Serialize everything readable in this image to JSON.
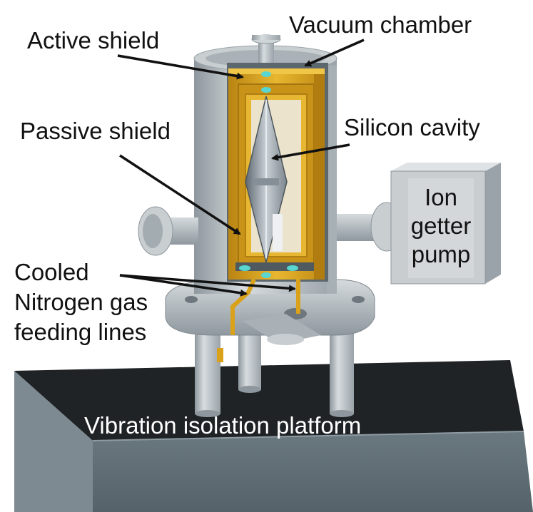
{
  "labels": {
    "active_shield": "Active shield",
    "vacuum_chamber": "Vacuum chamber",
    "passive_shield": "Passive shield",
    "silicon_cavity": "Silicon cavity",
    "ion_pump_line1": "Ion",
    "ion_pump_line2": "getter",
    "ion_pump_line3": "pump",
    "feed_line1": "Cooled",
    "feed_line2": "Nitrogen gas",
    "feed_line3": "feeding lines",
    "platform": "Vibration isolation platform"
  },
  "colors": {
    "chamber_steel": "#b7bec2",
    "gold_shield": "#d9a21a",
    "platform_top": "#1f2326",
    "platform_side": "#5f6d76",
    "cavity_silicon": "#9aa3ab",
    "cyan_marker": "#59d6d0",
    "pump_box": "#c9cdd0"
  }
}
